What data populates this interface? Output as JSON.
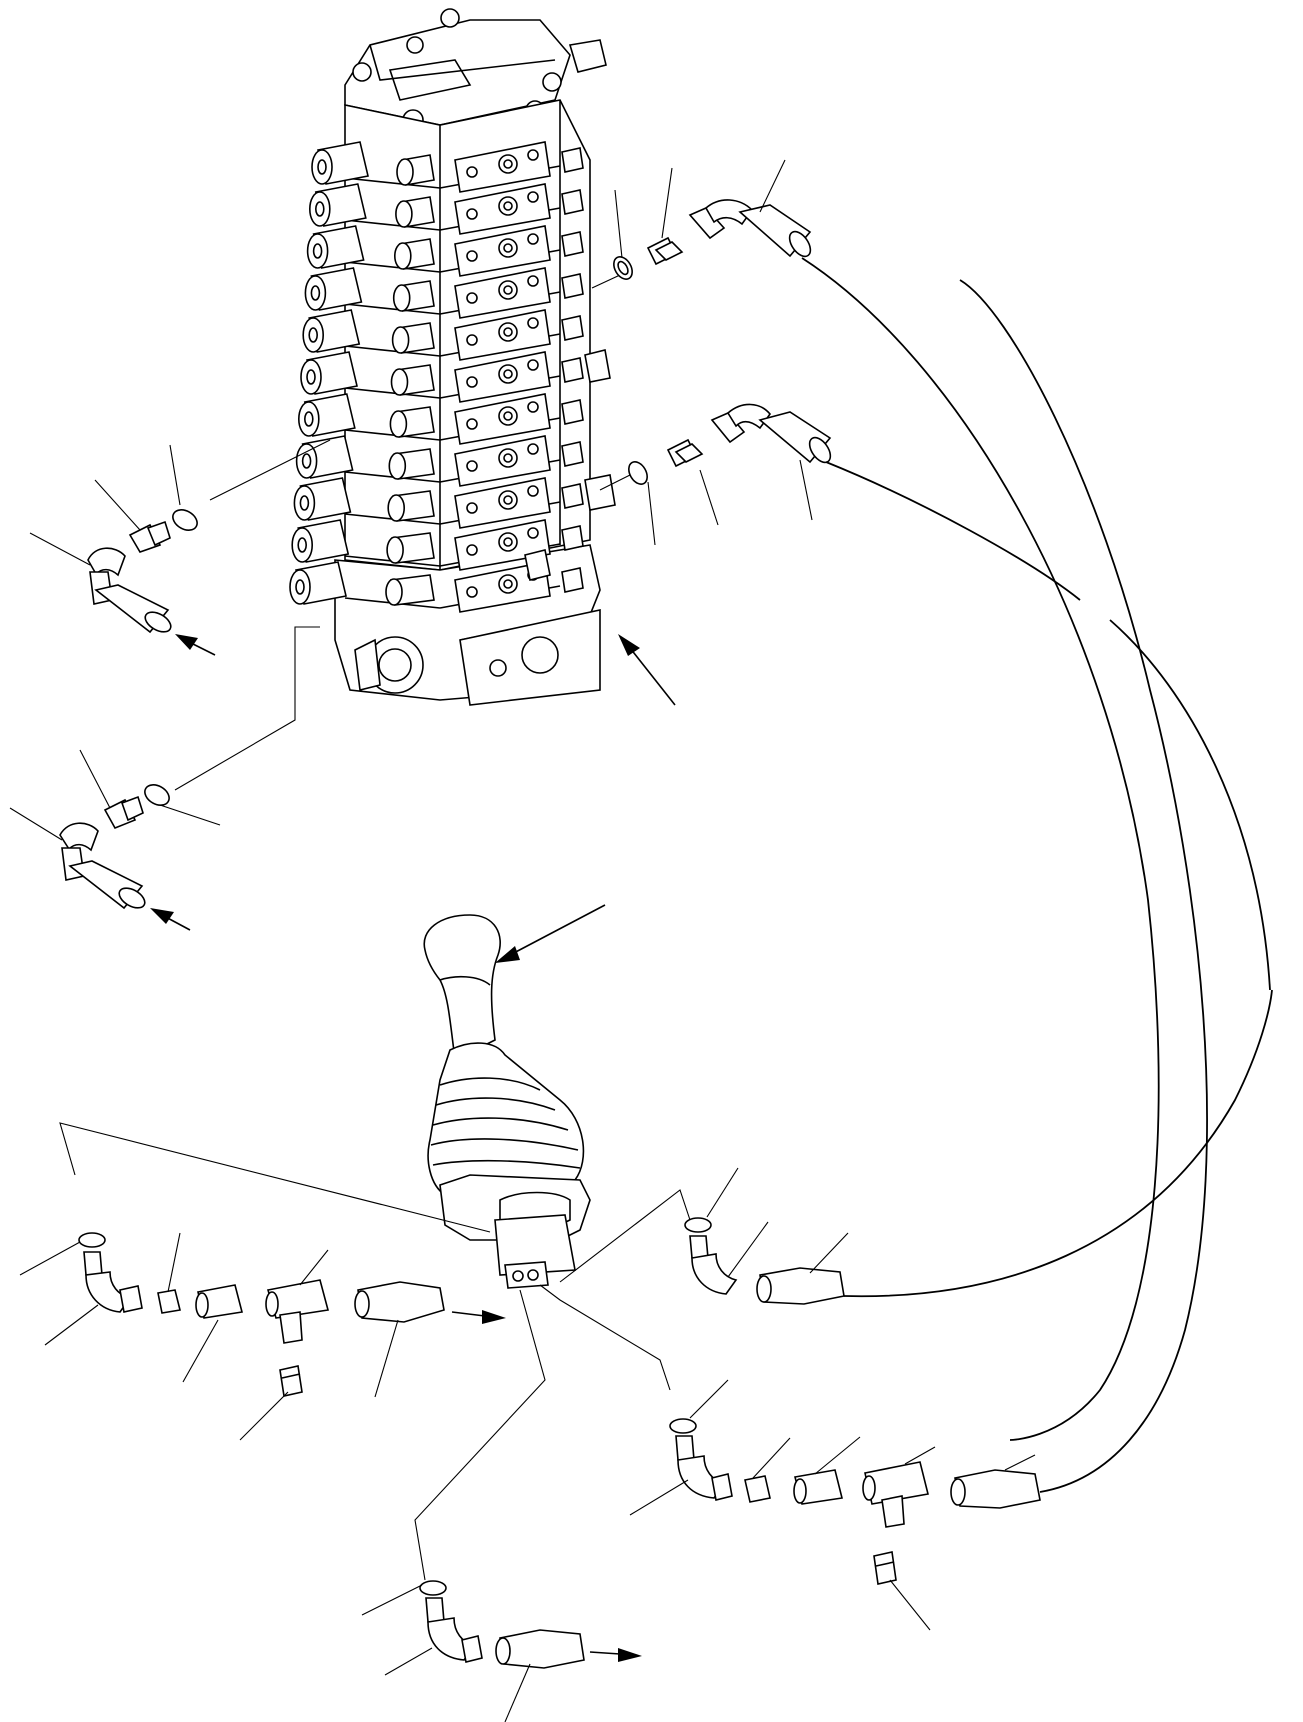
{
  "diagram": {
    "kind": "exploded parts diagram — control valve and pilot control lever hose connections",
    "printed_text": [],
    "icons": [
      "control-valve",
      "pilot-control-lever",
      "elbow-fitting",
      "tee-fitting",
      "o-ring",
      "adapter",
      "hose",
      "flow-arrow"
    ],
    "colors": {
      "line": "#000000",
      "background": "#ffffff"
    }
  }
}
